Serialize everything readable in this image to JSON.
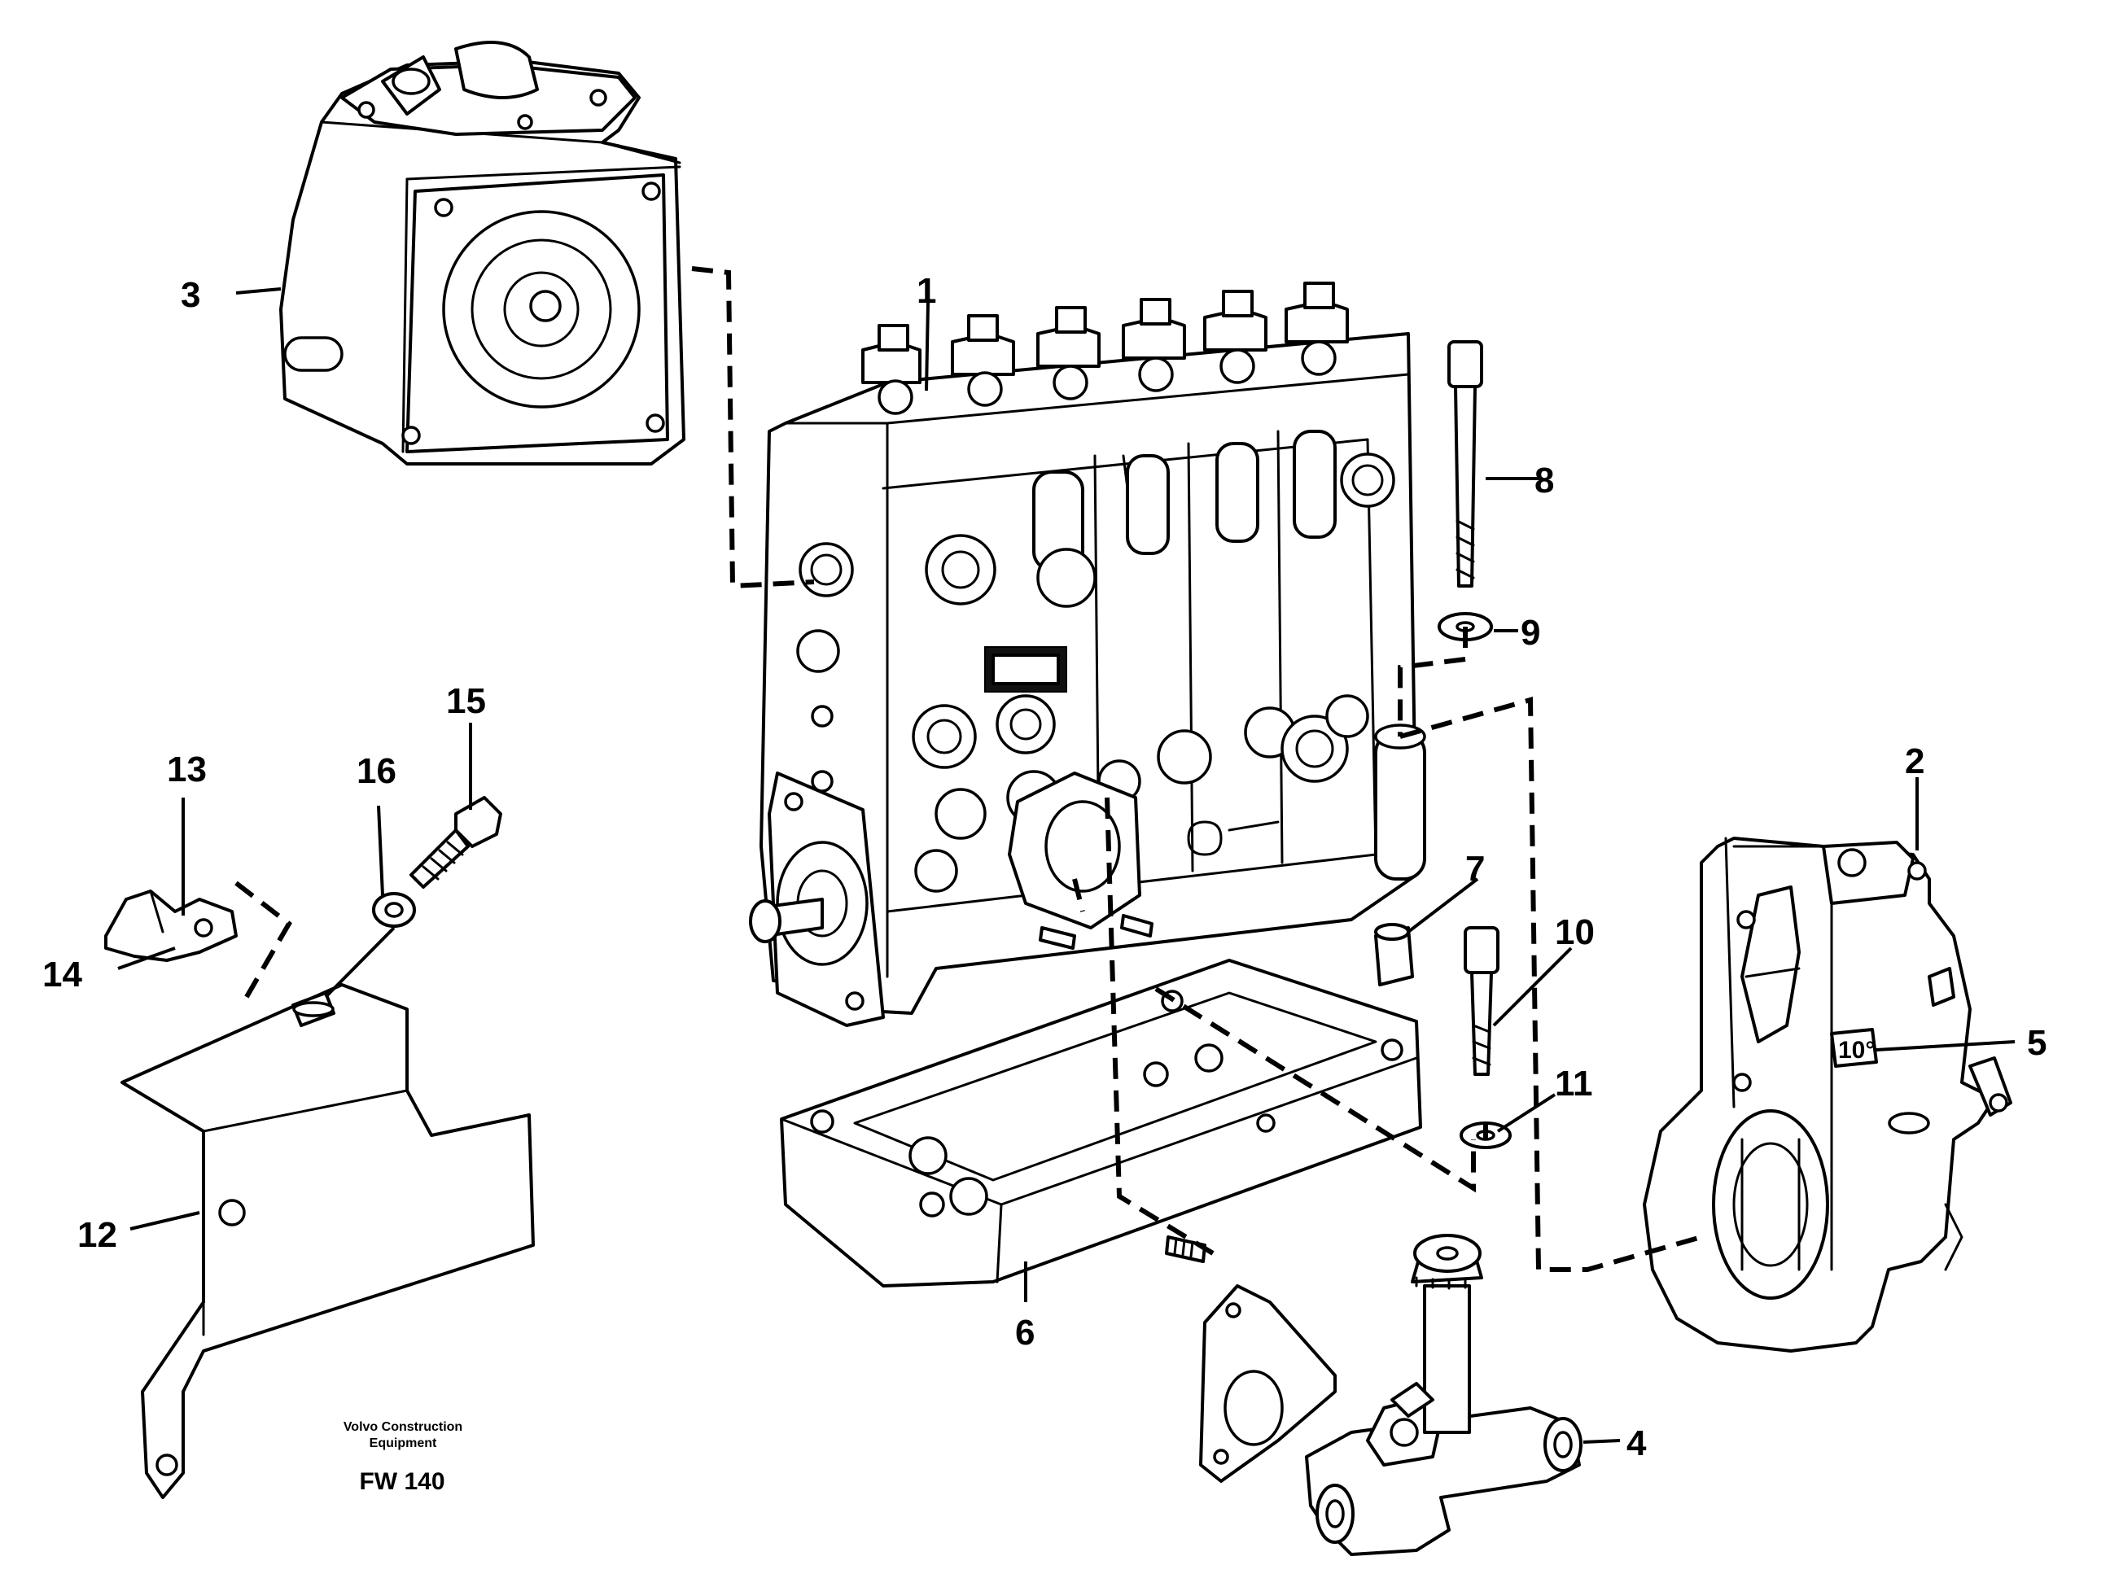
{
  "callouts": {
    "c1": "1",
    "c2": "2",
    "c3": "3",
    "c4": "4",
    "c5": "5",
    "c6": "6",
    "c7": "7",
    "c8": "8",
    "c9": "9",
    "c10": "10",
    "c11": "11",
    "c12": "12",
    "c13": "13",
    "c14": "14",
    "c15": "15",
    "c16": "16"
  },
  "credit": {
    "line1": "Volvo Construction",
    "line2": "Equipment",
    "code": "FW 140"
  },
  "colors": {
    "ink": "#000000",
    "paper": "#ffffff"
  }
}
